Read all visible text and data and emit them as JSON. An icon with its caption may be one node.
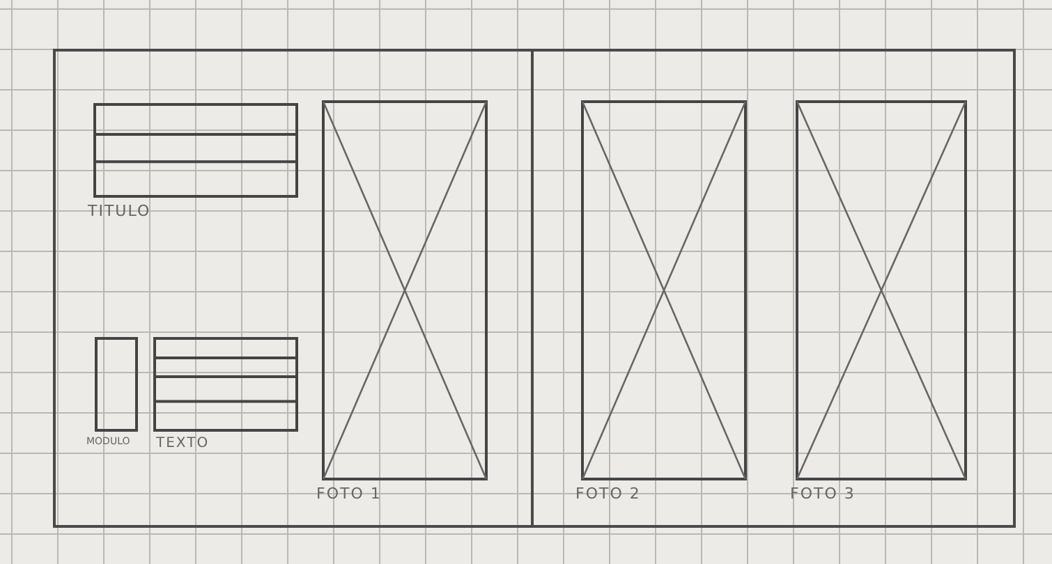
{
  "diagram": {
    "nodes": [
      {
        "text": [],
        "shape": "box"
      },
      {
        "text": [],
        "shape": "box"
      },
      {
        "text": [
          "TITULO"
        ],
        "in": 0
      },
      {
        "text": [
          "MODULO"
        ],
        "in": 0
      },
      {
        "text": [
          "TEXTO"
        ],
        "in": 0
      },
      {
        "text": [
          "FOTO 1"
        ],
        "in": 0
      },
      {
        "text": [
          "FOTO 2"
        ],
        "in": 1
      },
      {
        "text": [
          "FOTO 3"
        ],
        "in": 1
      }
    ],
    "edges": []
  }
}
